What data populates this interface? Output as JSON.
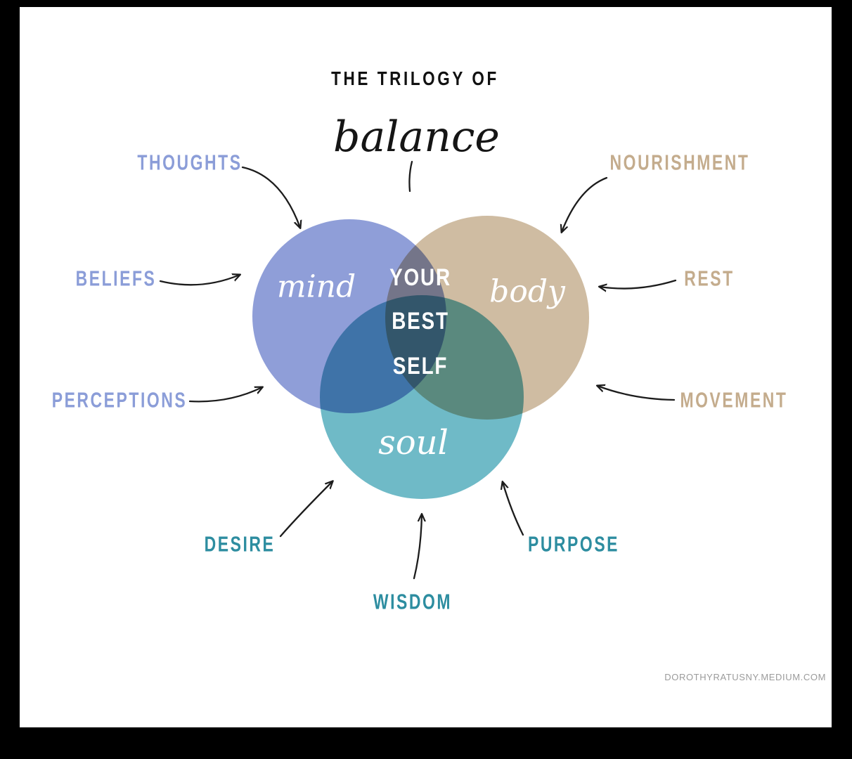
{
  "title": {
    "top": "THE TRILOGY OF",
    "script": "balance"
  },
  "venn": {
    "circles": [
      {
        "id": "mind",
        "label": "mind",
        "color": "#8f9ed8"
      },
      {
        "id": "body",
        "label": "body",
        "color": "#cfbca2"
      },
      {
        "id": "soul",
        "label": "soul",
        "color": "#6fbac7"
      }
    ],
    "center": [
      "YOUR",
      "BEST",
      "SELF"
    ]
  },
  "callouts": [
    {
      "id": "thoughts",
      "text": "THOUGHTS",
      "group": "mind",
      "color": "#8b9dd8"
    },
    {
      "id": "beliefs",
      "text": "BELIEFS",
      "group": "mind",
      "color": "#8b9dd8"
    },
    {
      "id": "perceptions",
      "text": "PERCEPTIONS",
      "group": "mind",
      "color": "#8b9dd8"
    },
    {
      "id": "nourishment",
      "text": "NOURISHMENT",
      "group": "body",
      "color": "#c4ac8d"
    },
    {
      "id": "rest",
      "text": "REST",
      "group": "body",
      "color": "#c4ac8d"
    },
    {
      "id": "movement",
      "text": "MOVEMENT",
      "group": "body",
      "color": "#c4ac8d"
    },
    {
      "id": "desire",
      "text": "DESIRE",
      "group": "soul",
      "color": "#2d8da0"
    },
    {
      "id": "wisdom",
      "text": "WISDOM",
      "group": "soul",
      "color": "#2d8da0"
    },
    {
      "id": "purpose",
      "text": "PURPOSE",
      "group": "soul",
      "color": "#2d8da0"
    }
  ],
  "footer": {
    "credit": "DOROTHYRATUSNY.MEDIUM.COM"
  },
  "palette": {
    "background_frame": "#000000",
    "canvas": "#ffffff",
    "arrow": "#1c1c1c",
    "credit_text": "#9b9b9b"
  }
}
